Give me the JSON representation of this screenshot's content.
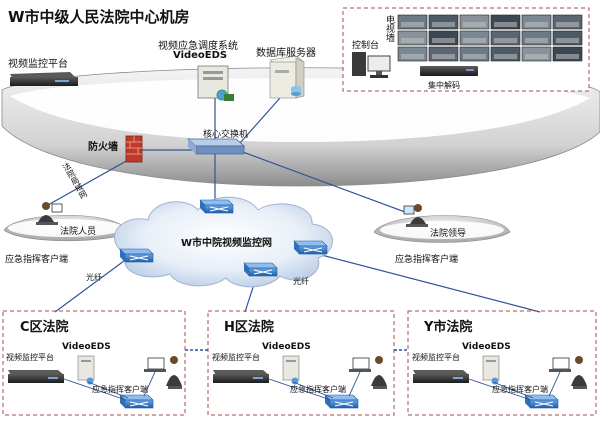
{
  "title": "W市中级人民法院中心机房",
  "center": {
    "video_platform": "视频监控平台",
    "dispatch_line1": "视频应急调度系统",
    "dispatch_line2": "VideoEDS",
    "db_server": "数据库服务器",
    "control_station": "控制台",
    "tv_wall": "电视墙",
    "decoder": "集中解码",
    "core_switch": "核心交换机",
    "firewall": "防火墙"
  },
  "links": {
    "lan": "法院局域网",
    "fiber_left": "光纤",
    "fiber_mid": "光纤"
  },
  "network": {
    "cloud_label": "W市中院视频监控网"
  },
  "clients": {
    "left_person": "法院人员",
    "left_client": "应急指挥客户端",
    "right_person": "法院领导",
    "right_client": "应急指挥客户端"
  },
  "branches": [
    {
      "name": "C区法院",
      "platform": "视频监控平台",
      "eds": "VideoEDS",
      "client": "应急指挥客户端"
    },
    {
      "name": "H区法院",
      "platform": "视频监控平台",
      "eds": "VideoEDS",
      "client": "应急指挥客户端"
    },
    {
      "name": "Y市法院",
      "platform": "视频监控平台",
      "eds": "VideoEDS",
      "client": "应急指挥客户端"
    }
  ],
  "colors": {
    "dashed_border": "#a8484e",
    "link_blue": "#2f5496",
    "switch_blue": "#3a78c2",
    "firewall_red": "#c0392b",
    "dome_grey": "#9a9a9a"
  }
}
